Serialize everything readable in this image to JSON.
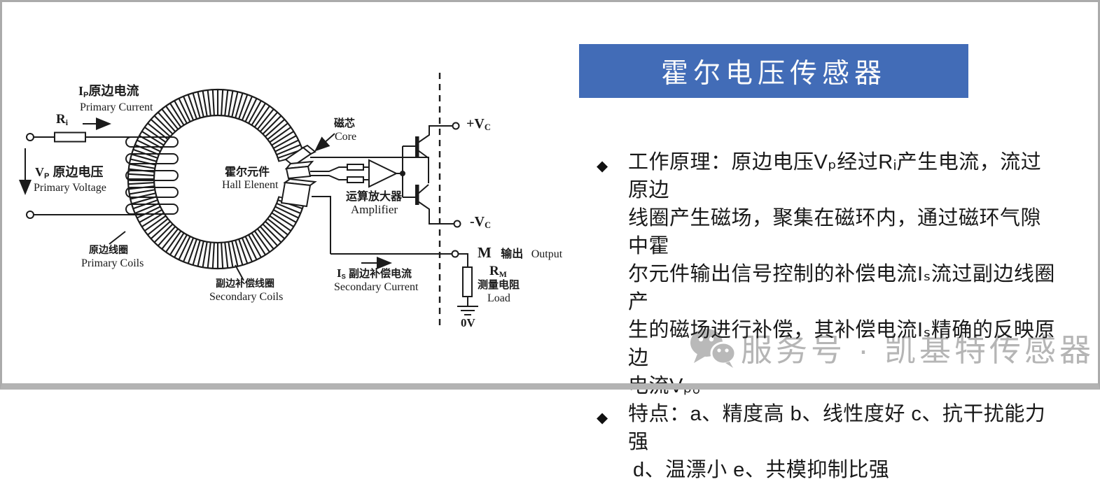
{
  "banner": {
    "title": "霍尔电压传感器",
    "bg": "#426cb7",
    "fg": "#ffffff"
  },
  "bullets": [
    {
      "marker": "◆",
      "lines": [
        "工作原理：原边电压Vₚ经过Rᵢ产生电流，流过原边",
        "线圈产生磁场，聚集在磁环内，通过磁环气隙中霍",
        "尔元件输出信号控制的补偿电流Iₛ流过副边线圈产",
        "生的磁场进行补偿，其补偿电流Iₛ精确的反映原边",
        "电流Vₚ。"
      ]
    },
    {
      "marker": "◆",
      "lines": [
        "特点：a、精度高 b、线性度好 c、抗干扰能力强",
        "d、温漂小 e、共模抑制比强"
      ]
    }
  ],
  "watermark": {
    "icon": "wechat-icon",
    "text": "服务号 · 凯基特传感器",
    "color": "#b5b5b5"
  },
  "diagram": {
    "ip": {
      "pre": "I",
      "sub": "P",
      "post": "原边电流"
    },
    "ip_en": "Primary Current",
    "ri": {
      "pre": "R",
      "sub": "i"
    },
    "vp": {
      "pre": "V",
      "sub": "P",
      "post": " 原边电压"
    },
    "vp_en": "Primary Voltage",
    "core_cn": "磁芯",
    "core_en": "Core",
    "hall_cn": "霍尔元件",
    "hall_en": "Hall Elenent",
    "amp_cn": "运算放大器",
    "amp_en": "Amplifier",
    "plus_vc": {
      "pre": "+V",
      "sub": "C"
    },
    "minus_vc": {
      "pre": "-V",
      "sub": "C"
    },
    "m": "M",
    "m_cn": "输出",
    "m_en": "Output",
    "rm": {
      "pre": "R",
      "sub": "M"
    },
    "rm_cn": "测量电阻",
    "rm_en": "Load",
    "zero_v": "0V",
    "is": {
      "pre": "I",
      "sub": "S",
      "post": " 副边补偿电流"
    },
    "is_en": "Secondary Current",
    "pri_coils_cn": "原边线圈",
    "pri_coils_en": "Primary Coils",
    "sec_coils_cn": "副边补偿线圈",
    "sec_coils_en": "Secondary Coils",
    "ink_color": "#1b1b1b"
  }
}
